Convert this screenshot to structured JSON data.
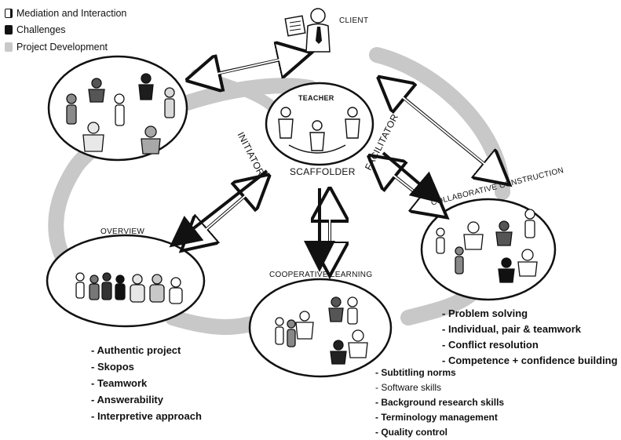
{
  "legend": {
    "mediation": "Mediation and Interaction",
    "challenges": "Challenges",
    "project": "Project Development"
  },
  "labels": {
    "client": "CLIENT",
    "teacher": "TEACHER",
    "overview": "OVERVIEW",
    "cooperative": "COOPERATIVE LEARNING",
    "collaborative": "COLLABORATIVE CONSTRUCTION",
    "roles": [
      "INITIATOR",
      "SCAFFOLDER",
      "FACILITATOR"
    ]
  },
  "lists": {
    "overview": [
      "Authentic project",
      "Skopos",
      "Teamwork",
      "Answerability",
      "Interpretive approach"
    ],
    "cooperative": [
      "Subtitling norms",
      "Software skills",
      "Background research skills",
      "Terminology management",
      "Quality control"
    ],
    "collaborative": [
      "Problem solving",
      "Individual, pair & teamwork",
      "Conflict resolution",
      "Competence + confidence building"
    ]
  },
  "colors": {
    "project_band": "#c8c8c8",
    "dark_figure": "#2b2b2b",
    "mid_figure": "#7a7a7a",
    "light_figure": "#e4e4e4",
    "outline": "#111111"
  }
}
